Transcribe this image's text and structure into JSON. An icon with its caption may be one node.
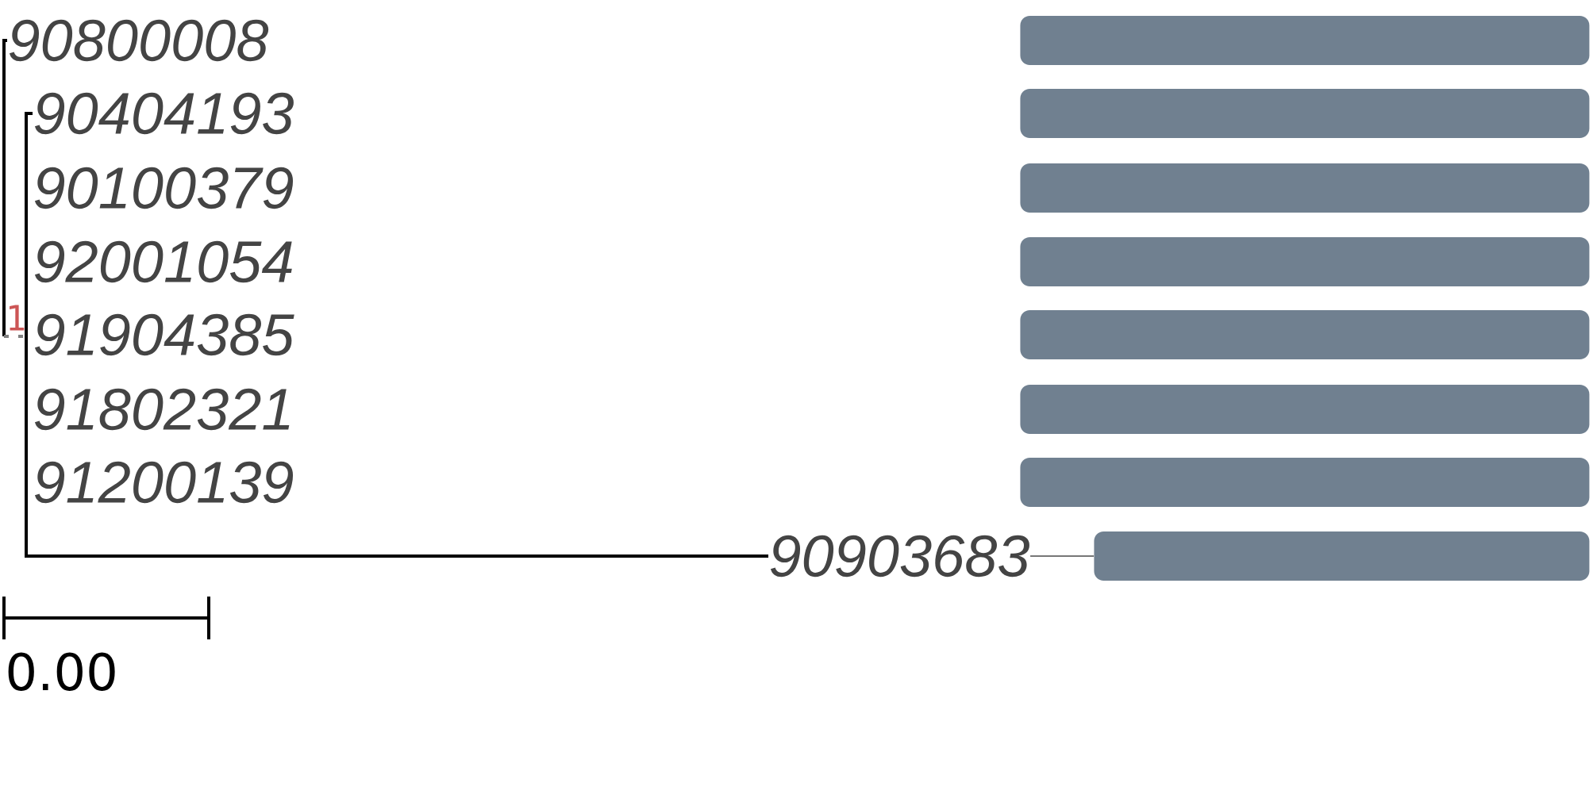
{
  "diagram": {
    "nodes": [
      {
        "text": [
          "90800008"
        ]
      },
      {
        "text": [
          "90404193"
        ]
      },
      {
        "text": [
          "90100379"
        ]
      },
      {
        "text": [
          "92001054"
        ]
      },
      {
        "text": [
          "91904385"
        ]
      },
      {
        "text": [
          "91802321"
        ]
      },
      {
        "text": [
          "91200139"
        ]
      },
      {
        "text": [
          "90903683"
        ]
      },
      {
        "text": [],
        "shape": "bar"
      },
      {
        "text": [],
        "shape": "bar"
      },
      {
        "text": [],
        "shape": "bar"
      },
      {
        "text": [],
        "shape": "bar"
      },
      {
        "text": [],
        "shape": "bar"
      },
      {
        "text": [],
        "shape": "bar"
      },
      {
        "text": [],
        "shape": "bar"
      },
      {
        "text": [],
        "shape": "bar"
      }
    ],
    "edges": [
      {
        "from": 0,
        "to": 1,
        "arrow": "none"
      },
      {
        "from": 1,
        "to": 7,
        "arrow": "none"
      },
      {
        "from": 7,
        "to": 15,
        "arrow": "none",
        "color": "#777777"
      }
    ],
    "labels": [
      "1",
      "0.00"
    ]
  }
}
